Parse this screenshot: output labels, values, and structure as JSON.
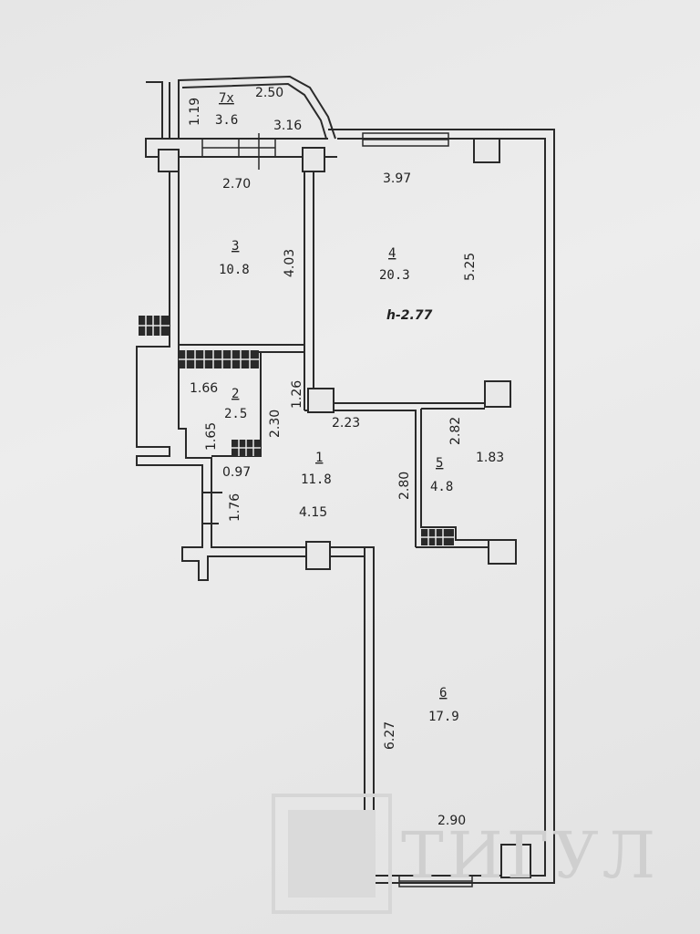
{
  "rooms": [
    {
      "id": "7x",
      "number": "7x",
      "area": "3.6"
    },
    {
      "id": "3",
      "number": "3",
      "area": "10.8"
    },
    {
      "id": "4",
      "number": "4",
      "area": "20.3"
    },
    {
      "id": "2",
      "number": "2",
      "area": "2.5"
    },
    {
      "id": "1",
      "number": "1",
      "area": "11.8"
    },
    {
      "id": "5",
      "number": "5",
      "area": "4.8"
    },
    {
      "id": "6",
      "number": "6",
      "area": "17.9"
    }
  ],
  "dimensions": {
    "balcony_height": "1.19",
    "balcony_top": "2.50",
    "balcony_bottom": "3.16",
    "room3_width": "2.70",
    "room3_height": "4.03",
    "room4_width": "3.97",
    "room4_height": "5.25",
    "ceiling_height": "h-2.77",
    "room2_width": "1.66",
    "room2_height": "1.65",
    "room2_wall": "2.30",
    "corridor_126": "1.26",
    "room1_top": "2.23",
    "room1_right": "2.80",
    "room1_width": "4.15",
    "door_097": "0.97",
    "door_176": "1.76",
    "room5_height": "2.82",
    "room5_width": "1.83",
    "room6_height": "6.27",
    "room6_width": "2.90"
  },
  "watermark": {
    "text": "ТИГУЛ"
  },
  "colors": {
    "wall": "#2a2a2a",
    "paper": "#e8e8e8",
    "watermark": "#cfcfcf"
  }
}
